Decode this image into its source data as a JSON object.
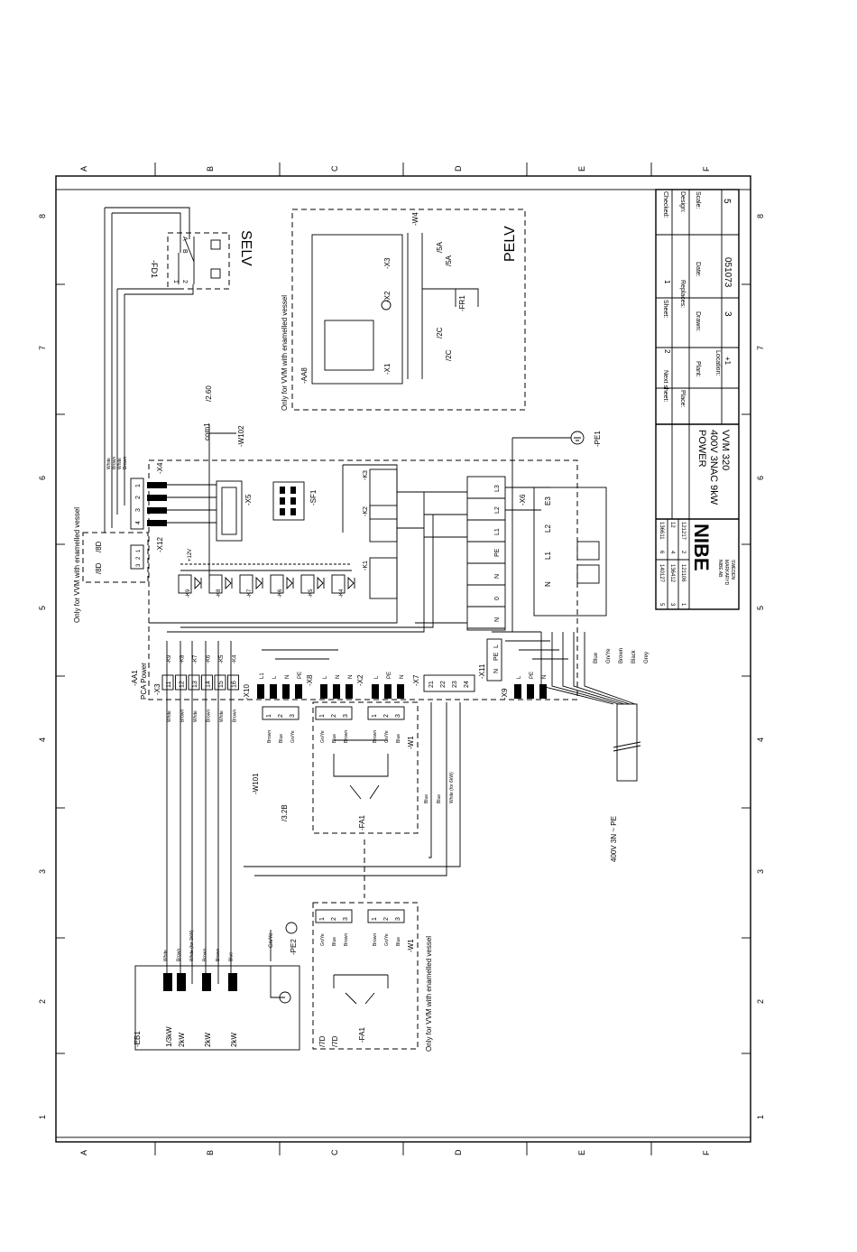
{
  "border": {
    "columns": [
      "A",
      "B",
      "C",
      "D",
      "E",
      "F"
    ],
    "rows": [
      "8",
      "7",
      "6",
      "5",
      "4",
      "3",
      "2",
      "1"
    ]
  },
  "title_block": {
    "checked_label": "Checked:",
    "design_label": "Design:",
    "scale_label": "Scale:",
    "scale_value": "5",
    "sheet_label": "Sheet:",
    "sheet_value": "1",
    "replaces_label": "Replaces:",
    "date_label": "Date:",
    "date_value": "051073",
    "next_sheet_label": "Next sheet:",
    "next_sheet_value": "2",
    "plant_label": "Plant:",
    "drawn_label": "Drawn:",
    "drawn_value": "3",
    "place_label": "Place:",
    "location_label": "Location:",
    "location_value": "+1",
    "title": "POWER",
    "subtitle1": "400V 3NAC 9kW",
    "subtitle2": "VVM 320",
    "company": "NIBE",
    "company_address": [
      "NIBE AB",
      "MARKARYD",
      "SWEDEN"
    ],
    "revisions": [
      {
        "rev": "5",
        "date": "140127",
        "rev2": "6",
        "date2": "136611"
      },
      {
        "rev": "3",
        "date": "136412",
        "rev2": "4",
        "date2": "12"
      },
      {
        "rev": "1",
        "date": "121106",
        "rev2": "2",
        "date2": "121217"
      }
    ]
  },
  "labels": {
    "selv": "SELV",
    "pelv": "PELV",
    "fd1": "-FD1",
    "aa8": "-AA8",
    "only_vvm_enamelled_1": "Only for VVM with enamelled vessel",
    "only_vvm_enamelled_2": "Only for VVM with enamelled vessel",
    "only_vvm_enamelled_3": "Only for VVM with enamelled vessel",
    "x1": "-X1",
    "x2": "-X2",
    "x3": "-X3",
    "w4": "-W4",
    "fr1": "-FR1",
    "ref_5a": "/5A",
    "ref_5a2": "/5A",
    "ref_2c": "/2C",
    "ref_2c2": "/2C",
    "com1": "com1",
    "ref_260": "/2.60",
    "w102": "-W102",
    "x4": "-X4",
    "x5": "-X5",
    "sf1": "-SF1",
    "x12": "-X12",
    "ref_8d": "/8D",
    "ref_8d2": "/8D",
    "k1": "-K1",
    "k2": "-K2",
    "k3": "-K3",
    "x6": "-X6",
    "pe1": "-PE1",
    "aa1": "-AA1",
    "pca_power": "PCA Power",
    "x10": "-X10",
    "x8": "-X8",
    "x2b": "-X2",
    "x7": "-X7",
    "x11": "-X11",
    "x9": "-X9",
    "w101": "-W101",
    "ref_32b": "/3.2B",
    "w1": "-W1",
    "w1b": "-W1",
    "fa1": "-FA1",
    "fa1b": "-FA1",
    "ref_7d": "/7D",
    "ref_7d2": "/7D",
    "eb1": "-EB1",
    "pe2": "-PE2",
    "supply": "400V 3N ~ PE",
    "cable_colors": [
      "Blue",
      "Gn/Ye",
      "Brown",
      "Black",
      "Grey"
    ],
    "eb1_loads": [
      "1/3kW",
      "2kW",
      "2kW",
      "2kW"
    ],
    "x3_terminals": [
      "11",
      "12",
      "13",
      "14",
      "15",
      "16"
    ],
    "x3_wires": [
      "White",
      "Brown",
      "White",
      "Brown",
      "White",
      "Brown"
    ],
    "x3_refs": [
      "-K9",
      "-K8",
      "-K7",
      "-K6",
      "-K5",
      "-K4"
    ],
    "x6_terminals": [
      "L3",
      "L2",
      "L1",
      "PE",
      "N",
      "0",
      "N"
    ],
    "x6_internal": [
      "E3",
      "L2",
      "L1",
      "N"
    ],
    "x4_terminals": [
      "1",
      "2",
      "3",
      "4"
    ],
    "x4_wires": [
      "White",
      "Brown",
      "White",
      "Brown"
    ],
    "x12_terminals": [
      "1",
      "2",
      "3"
    ],
    "x10_terminals": [
      "L1",
      "L",
      "N",
      "PE"
    ],
    "x8_terminals": [
      "L",
      "N",
      "N"
    ],
    "x2b_terminals": [
      "L",
      "PE",
      "N"
    ],
    "x7_terminals": [
      "21",
      "22",
      "23",
      "24"
    ],
    "x11_terminals": [
      "L",
      "PE",
      "N"
    ],
    "x9_terminals": [
      "L",
      "PE",
      "N"
    ],
    "w101_block": [
      "1",
      "2",
      "3"
    ],
    "w101_wires": [
      "Brown",
      "Blue",
      "Gn/Ye"
    ],
    "w1_block_a": [
      "1",
      "2",
      "3"
    ],
    "w1_wires_a": [
      "Gn/Ye",
      "Blue",
      "Brown"
    ],
    "w1_block_b": [
      "1",
      "2",
      "3"
    ],
    "w1_wires_b": [
      "Brown",
      "Gn/Ye",
      "Blue"
    ],
    "eb1_wires": [
      "White",
      "Brown",
      "White (for 3kW)",
      "Brown",
      "Brown",
      "Blue"
    ],
    "x7_wires": [
      "Blue",
      "Blue",
      "White (for 6kW)"
    ],
    "gn_ye": "Gn/Ye",
    "fd1_ab": [
      "A",
      "B"
    ],
    "fd1_12": [
      "1",
      "2"
    ],
    "k_relays": [
      "-K9",
      "-K8",
      "-K7",
      "-K6",
      "-K5",
      "-K4"
    ],
    "x5_plus12": "+12V"
  }
}
